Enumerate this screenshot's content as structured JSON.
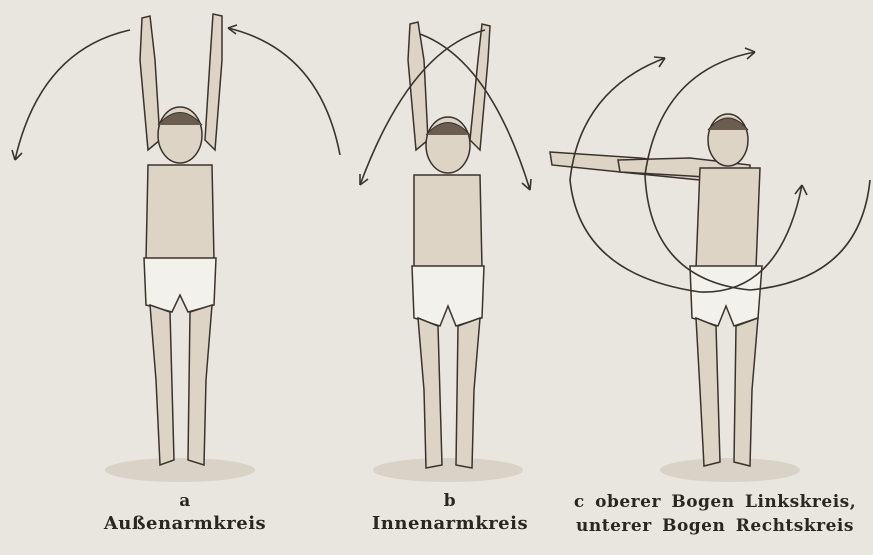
{
  "figures": [
    {
      "letter": "a",
      "name": "Außenarmkreis"
    },
    {
      "letter": "b",
      "name": "Innenarmkreis"
    },
    {
      "letter": "c",
      "line1": "oberer Bogen Linkskreis,",
      "line2": "unterer Bogen Rechtskreis"
    }
  ],
  "colors": {
    "paper": "#e9e6df",
    "ink": "#2a2622",
    "skin": "#ddd4c6",
    "shadow": "#c9c2b5"
  }
}
